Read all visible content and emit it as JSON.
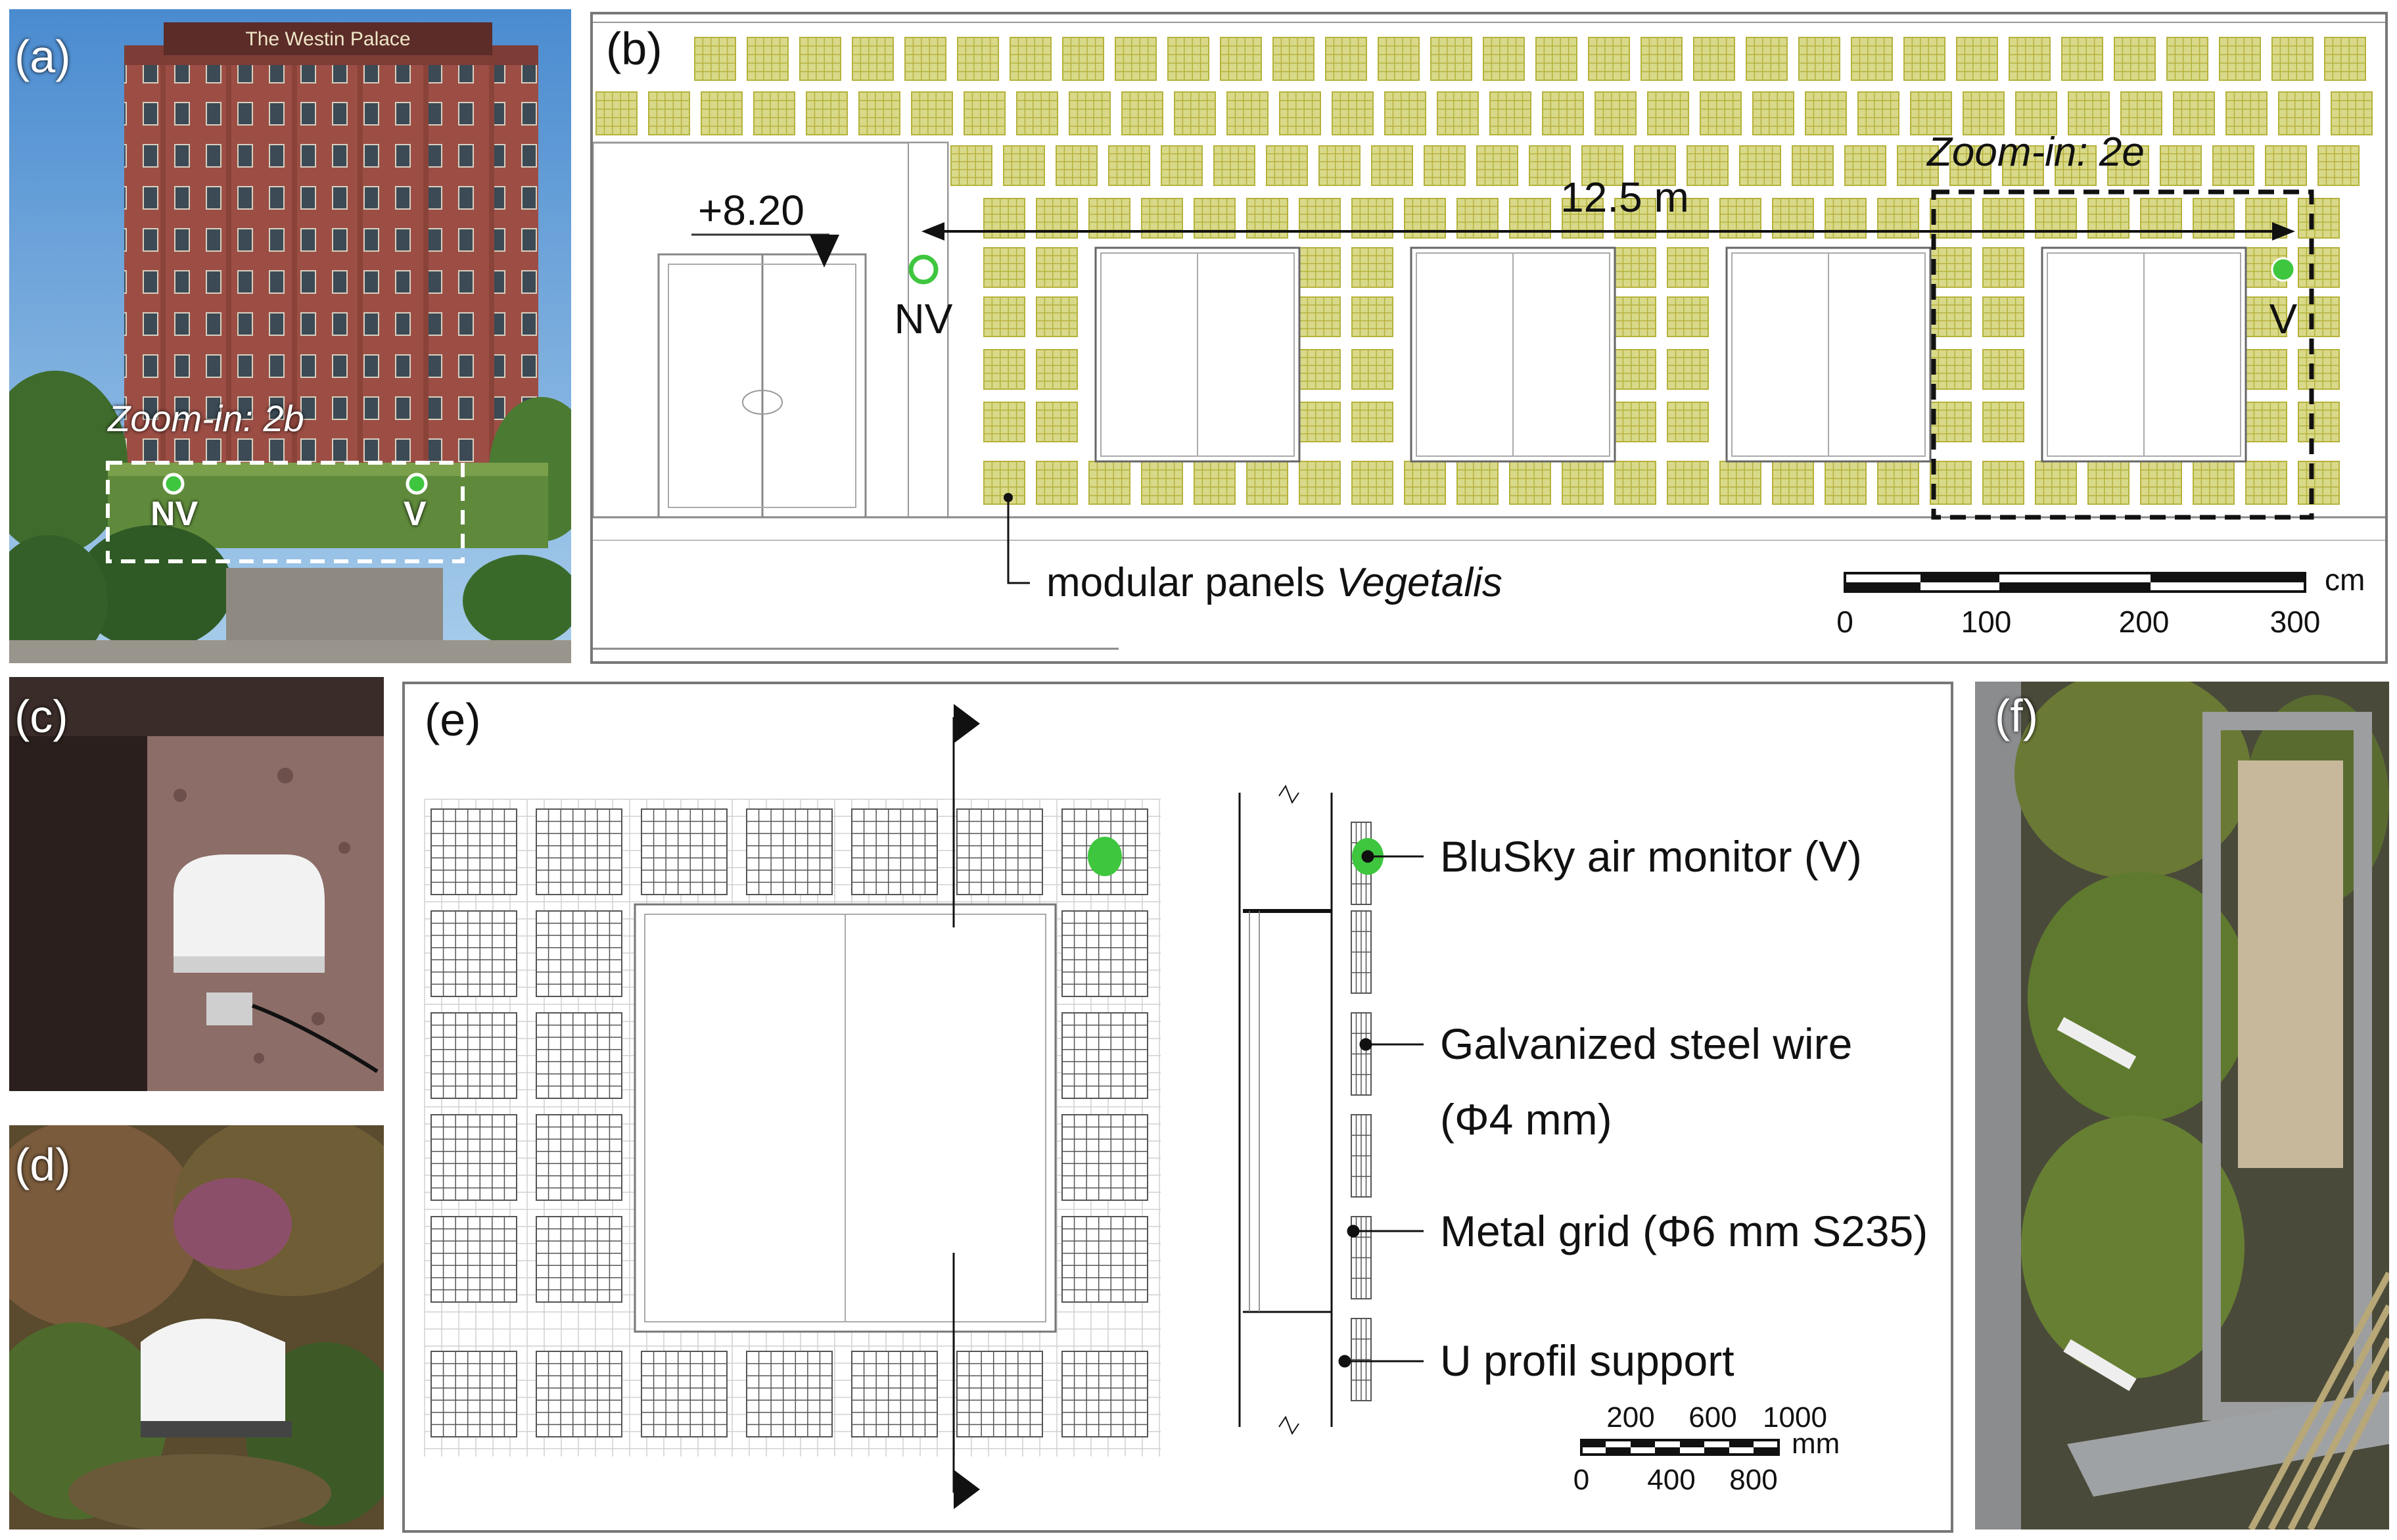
{
  "panel_a": {
    "label": "(a)",
    "hotel_sign": "The Westin Palace",
    "zoom_label": "Zoom-in: 2b",
    "nv_label": "NV",
    "v_label": "V"
  },
  "panel_b": {
    "label": "(b)",
    "elevation": "+8.20",
    "distance": "12.5 m",
    "zoom_label": "Zoom-in: 2e",
    "nv_label": "NV",
    "v_label": "V",
    "panel_note": "modular panels ",
    "panel_note_italic": "Vegetalis",
    "scale_unit": "cm",
    "scale_ticks": [
      "0",
      "100",
      "200",
      "300"
    ]
  },
  "panel_c": {
    "label": "(c)"
  },
  "panel_d": {
    "label": "(d)"
  },
  "panel_e": {
    "label": "(e)",
    "legend": {
      "monitor": "BluSky air monitor (V)",
      "wire_line1": "Galvanized steel wire",
      "wire_line2": "(Φ4 mm)",
      "grid": "Metal grid (Φ6 mm S235)",
      "profile": "U profil support"
    },
    "scale_unit": "mm",
    "scale_ticks_top": [
      "200",
      "600",
      "1000"
    ],
    "scale_ticks_bottom": [
      "0",
      "400",
      "800"
    ]
  },
  "panel_f": {
    "label": "(f)"
  },
  "colors": {
    "panel_fill": "#d9d98a",
    "panel_stroke": "#b5b23c",
    "monitor_green": "#3ec63e",
    "brick": "#a0524a",
    "sky": "#6fa6d8"
  }
}
